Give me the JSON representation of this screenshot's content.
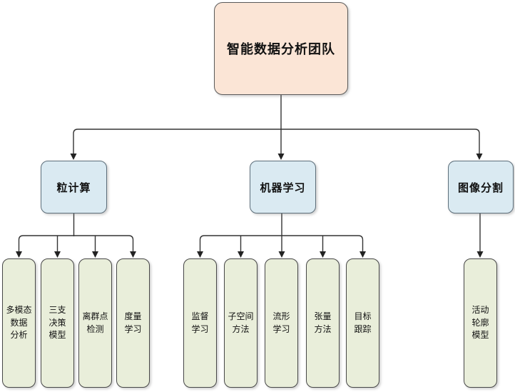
{
  "colors": {
    "root_fill": "#fbe5d6",
    "branch_fill": "#daeaf2",
    "leaf_fill": "#e9eeda",
    "border_dark": "#474747",
    "line": "#333333"
  },
  "tree": {
    "root": {
      "label": "智能数据分析团队"
    },
    "branches": [
      {
        "label": "粒计算",
        "children": [
          {
            "label": "多模态\n数据\n分析"
          },
          {
            "label": "三支\n决策\n模型"
          },
          {
            "label": "离群点\n检测"
          },
          {
            "label": "度量\n学习"
          }
        ]
      },
      {
        "label": "机器学习",
        "children": [
          {
            "label": "监督\n学习"
          },
          {
            "label": "子空间\n方法"
          },
          {
            "label": "流形\n学习"
          },
          {
            "label": "张量\n方法"
          },
          {
            "label": "目标\n跟踪"
          }
        ]
      },
      {
        "label": "图像分割",
        "children": [
          {
            "label": "活动\n轮廓\n模型"
          }
        ]
      }
    ]
  }
}
